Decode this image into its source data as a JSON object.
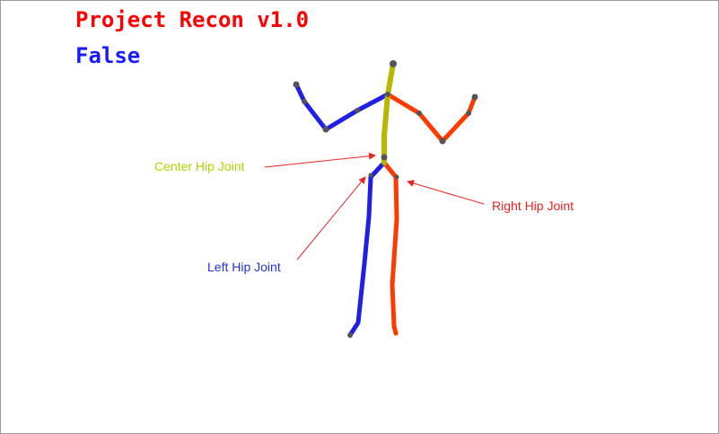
{
  "header": {
    "app_title": "Project Recon v1.0",
    "status": "False"
  },
  "colors": {
    "title": "#ff0000",
    "status": "#1a1aff",
    "spine": "#b8b800",
    "left_limb": "#1f1fe6",
    "right_limb": "#ff3a00",
    "joint": "#555555",
    "center_label": "#b5d000",
    "left_label": "#2233dd",
    "right_label": "#ee2222"
  },
  "annotations": {
    "center_hip": "Center Hip Joint",
    "left_hip": "Left Hip Joint",
    "right_hip": "Right Hip Joint"
  }
}
